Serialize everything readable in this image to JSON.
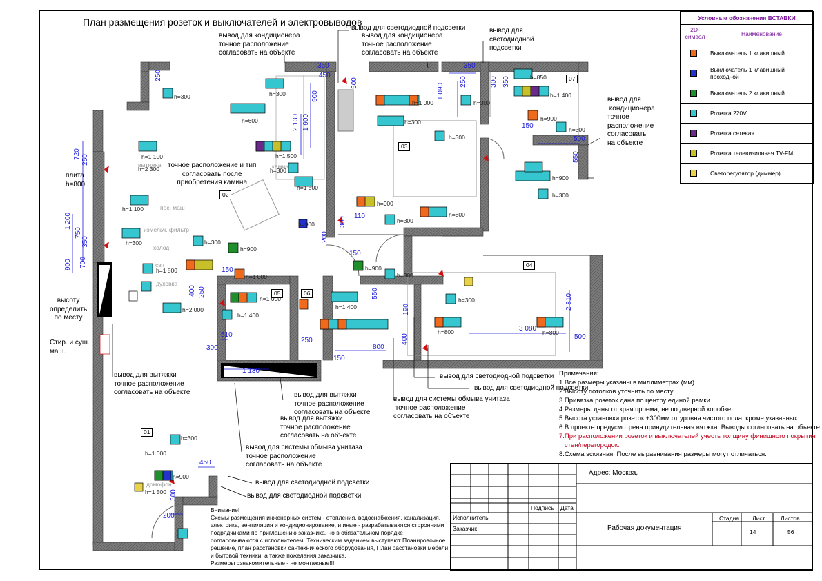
{
  "title": "План размещения розеток и выключателей и электровыводов",
  "legend": {
    "header": "Условные обозначения ВСТАВКИ",
    "col_symbol": "2D-\nсимвол",
    "col_name": "Наименование",
    "items": [
      {
        "name": "Выключатель 1 клавишный",
        "color": "#f06a1e"
      },
      {
        "name": "Выключатель 1 клавишный\nпроходной",
        "color": "#2233cc"
      },
      {
        "name": "Выключатель 2 клавишный",
        "color": "#1e8f2a"
      },
      {
        "name": "Розетка 220V",
        "color": "#35c6cf"
      },
      {
        "name": "Розетка сетевая",
        "color": "#6a2a8a"
      },
      {
        "name": "Розетка телевизионная TV-FM",
        "color": "#c8c02a"
      },
      {
        "name": "Светорегулятор (диммер)",
        "color": "#e8d24a"
      }
    ]
  },
  "callouts": {
    "ac1": "вывод для кондиционера\nточное расположение\nсогласовать на объекте",
    "led_top": "вывод для светодиодной подсветки",
    "ac2": "вывод для кондиционера\nточное расположение\nсогласовать на объекте",
    "led_tr": "вывод для\nсветодиодной\nподсветки",
    "ac3": "вывод для\n кондиционера\nточное\nрасположение\nсогласовать\nна объекте",
    "fireplace": "точное расположение и тип\nсогласовать после\nприобретения камина",
    "stove": "плита\nh=800",
    "height": "высоту\nопределить\nпо месту",
    "washer": "Стир. и суш.\nмаш.",
    "hood1": "вывод для вытяжки\nточное расположение\nсогласовать на объекте",
    "hood2": "вывод для вытяжки\nточное расположение\nсогласовать на объекте",
    "hood3": "вывод для вытяжки\nточное расположение\nсогласовать на объекте",
    "wc1": "вывод для системы обмыва унитаза\n точное расположение\nсогласовать на объекте",
    "wc2": "вывод для системы обмыва унитаза\nточное расположение\nсогласовать на объекте",
    "led_b1": "вывод для светодиодной подсветки",
    "led_b2": "вывод для светодиодной подсветки",
    "led_b3": "вывод для светодиодной подсветки",
    "led_b4": "вывод для светодиодной подсветки"
  },
  "rooms": [
    "01",
    "02",
    "03",
    "04",
    "05",
    "06",
    "07"
  ],
  "dimensions": [
    "250",
    "350",
    "720",
    "250",
    "1 200",
    "750",
    "350",
    "900",
    "700",
    "900",
    "500",
    "2 130",
    "1 900",
    "450",
    "350",
    "250",
    "1 090",
    "300",
    "350",
    "150",
    "500",
    "550",
    "110",
    "300",
    "200",
    "150",
    "150",
    "400",
    "250",
    "550",
    "190",
    "800",
    "510",
    "300",
    "1 130",
    "250",
    "150",
    "400",
    "3 080",
    "2 810",
    "500",
    "450",
    "300",
    "200"
  ],
  "heights": [
    "h=300",
    "h=600",
    "h=1 000",
    "h=300",
    "h=300",
    "h=850",
    "h=1 400",
    "h=900",
    "h=300",
    "h=1 500",
    "h=2 300",
    "h=1 100",
    "h=1 500",
    "h=300",
    "h=1 500",
    "h=900",
    "h=900",
    "h=300",
    "h=300",
    "h=800",
    "h=300",
    "h=1 100",
    "h=300",
    "h=900",
    "h=1 800",
    "h=300",
    "h=2 000",
    "h=1 000",
    "h=1 000",
    "h=1 400",
    "h=1 400",
    "h=900",
    "h=300",
    "h=900",
    "h=300",
    "h=800",
    "h=800",
    "h=300",
    "h=1 000",
    "h=900",
    "h=1 500"
  ],
  "faded_labels": [
    "плита",
    "вытяжка",
    "пос. маш",
    "измельч. фильтр",
    "холод.",
    "свч",
    "духовка",
    "камин",
    "домофон"
  ],
  "notes": {
    "heading": "Примечания:",
    "items": [
      "1.Все размеры указаны в миллиметрах (мм).",
      "2.Высоту потолков уточнить по месту.",
      "3.Привязка розеток дана по центру единой рамки.",
      "4.Размеры даны от края проема, не по дверной коробке.",
      "5.Высота установки розеток +300мм от уровня чистого пола, кроме указанных.",
      "6.В проекте предусмотрена принудительная вятжка. Выводы согласовать на объекте."
    ],
    "red": "7.При расположении розеток и выключателей учесть толщину финишного покрытия\n   стен/перегородок.",
    "last": "8.Схема эскизная. После выравнивания размеры могут отличаться."
  },
  "warning": {
    "heading": "Внимание!",
    "text": "Схемы размещения инженерных систем - отопления, водоснабжения, канализация, электрика, вентиляция и кондиционирование, и иные - разрабатываются сторонними подрядчиками по приглашению заказчика, но в обязательном порядке согласовываются с исполнителем. Техническим заданием выступают Планировочное решение, план расстановки сантехнического оборудования, План расстановки мебели и бытовой техники, а также пожелания заказчика.",
    "footer": "Размеры ознакомительные - не монтажные!!!"
  },
  "stamp": {
    "address": "Адрес: Москва,",
    "podpis": "Подпись",
    "data": "Дата",
    "ispolnitel": "Исполнитель",
    "zakazchik": "Заказчик",
    "doc": "Рабочая документация",
    "stadia": "Стадия",
    "list": "Лист",
    "listov": "Листов",
    "list_no": "14",
    "listov_no": "56"
  }
}
